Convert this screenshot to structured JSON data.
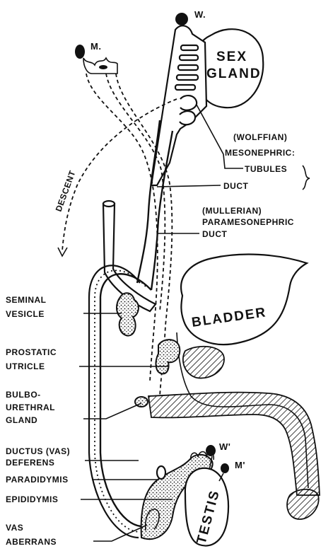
{
  "labels": {
    "w_top": "W.",
    "m_top": "M.",
    "sex_gland_line1": "SEX",
    "sex_gland_line2": "GLAND",
    "descent": "DESCENT",
    "wolffian": "(WOLFFIAN)",
    "mesonephric": "MESONEPHRIC:",
    "tubules": "TUBULES",
    "duct1": "DUCT",
    "mullerian": "(MULLERIAN)",
    "paramesonephric": "PARAMESONEPHRIC",
    "duct2": "DUCT",
    "bladder": "BLADDER",
    "seminal_line1": "SEMINAL",
    "seminal_line2": "VESICLE",
    "prostatic_line1": "PROSTATIC",
    "prostatic_line2": "UTRICLE",
    "bulbo_line1": "BULBO-",
    "bulbo_line2": "URETHRAL",
    "bulbo_line3": "GLAND",
    "ductus_line1": "DUCTUS (VAS)",
    "ductus_line2": "DEFERENS",
    "paradidymis": "PARADIDYMIS",
    "epididymis": "EPIDIDYMIS",
    "vas_line1": "VAS",
    "vas_line2": "ABERRANS",
    "testis": "TESTIS",
    "w_bottom": "W'",
    "m_bottom": "M'"
  }
}
